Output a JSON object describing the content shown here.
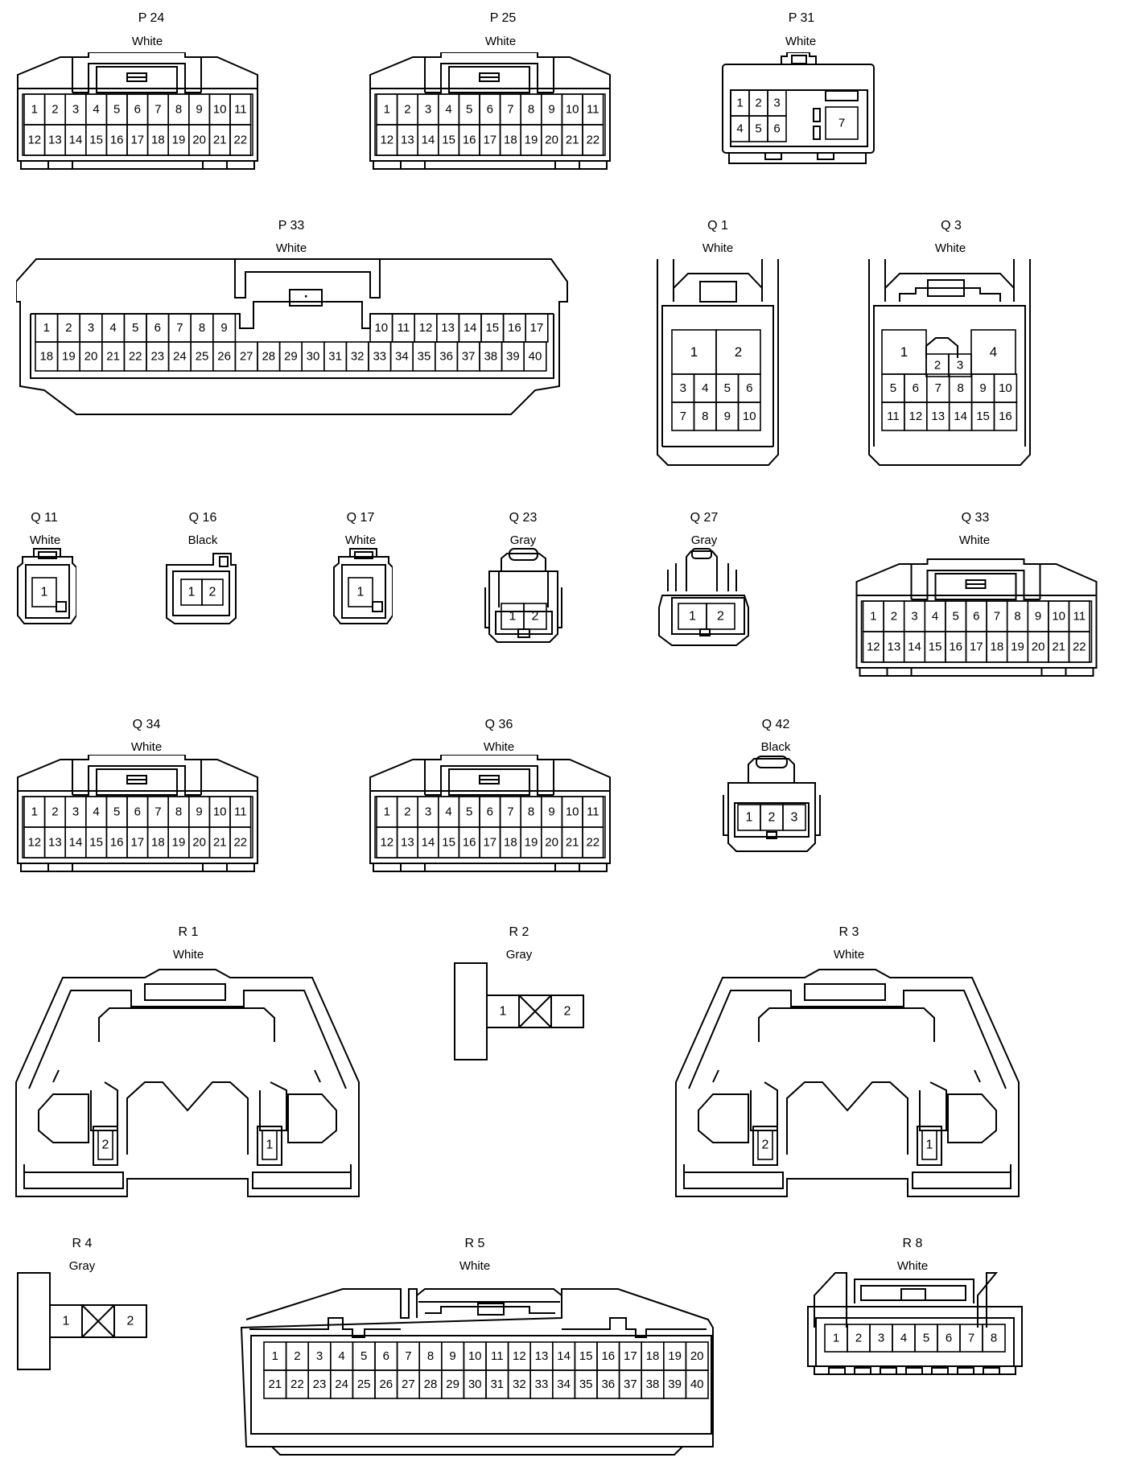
{
  "connectors": {
    "p24": {
      "title": "P 24",
      "color": "White",
      "top_pins": [
        "1",
        "2",
        "3",
        "4",
        "5",
        "6",
        "7",
        "8",
        "9",
        "10",
        "11"
      ],
      "bottom_pins": [
        "12",
        "13",
        "14",
        "15",
        "16",
        "17",
        "18",
        "19",
        "20",
        "21",
        "22"
      ]
    },
    "p25": {
      "title": "P 25",
      "color": "White",
      "top_pins": [
        "1",
        "2",
        "3",
        "4",
        "5",
        "6",
        "7",
        "8",
        "9",
        "10",
        "11"
      ],
      "bottom_pins": [
        "12",
        "13",
        "14",
        "15",
        "16",
        "17",
        "18",
        "19",
        "20",
        "21",
        "22"
      ]
    },
    "p31": {
      "title": "P 31",
      "color": "White",
      "pins": [
        "1",
        "2",
        "3",
        "4",
        "5",
        "6",
        "7"
      ]
    },
    "p33": {
      "title": "P 33",
      "color": "White",
      "top_left": [
        "1",
        "2",
        "3",
        "4",
        "5",
        "6",
        "7",
        "8",
        "9"
      ],
      "top_right": [
        "10",
        "11",
        "12",
        "13",
        "14",
        "15",
        "16",
        "17"
      ],
      "bottom_pins": [
        "18",
        "19",
        "20",
        "21",
        "22",
        "23",
        "24",
        "25",
        "26",
        "27",
        "28",
        "29",
        "30",
        "31",
        "32",
        "33",
        "34",
        "35",
        "36",
        "37",
        "38",
        "39",
        "40"
      ]
    },
    "q1": {
      "title": "Q 1",
      "color": "White",
      "pins": [
        "1",
        "2",
        "3",
        "4",
        "5",
        "6",
        "7",
        "8",
        "9",
        "10"
      ]
    },
    "q3": {
      "title": "Q 3",
      "color": "White",
      "pins": [
        "1",
        "2",
        "3",
        "4",
        "5",
        "6",
        "7",
        "8",
        "9",
        "10",
        "11",
        "12",
        "13",
        "14",
        "15",
        "16"
      ]
    },
    "q11": {
      "title": "Q 11",
      "color": "White",
      "pins": [
        "1"
      ]
    },
    "q16": {
      "title": "Q 16",
      "color": "Black",
      "pins": [
        "1",
        "2"
      ]
    },
    "q17": {
      "title": "Q 17",
      "color": "White",
      "pins": [
        "1"
      ]
    },
    "q23": {
      "title": "Q 23",
      "color": "Gray",
      "pins": [
        "1",
        "2"
      ]
    },
    "q27": {
      "title": "Q 27",
      "color": "Gray",
      "pins": [
        "1",
        "2"
      ]
    },
    "q33": {
      "title": "Q 33",
      "color": "White",
      "top_pins": [
        "1",
        "2",
        "3",
        "4",
        "5",
        "6",
        "7",
        "8",
        "9",
        "10",
        "11"
      ],
      "bottom_pins": [
        "12",
        "13",
        "14",
        "15",
        "16",
        "17",
        "18",
        "19",
        "20",
        "21",
        "22"
      ]
    },
    "q34": {
      "title": "Q 34",
      "color": "White",
      "top_pins": [
        "1",
        "2",
        "3",
        "4",
        "5",
        "6",
        "7",
        "8",
        "9",
        "10",
        "11"
      ],
      "bottom_pins": [
        "12",
        "13",
        "14",
        "15",
        "16",
        "17",
        "18",
        "19",
        "20",
        "21",
        "22"
      ]
    },
    "q36": {
      "title": "Q 36",
      "color": "White",
      "top_pins": [
        "1",
        "2",
        "3",
        "4",
        "5",
        "6",
        "7",
        "8",
        "9",
        "10",
        "11"
      ],
      "bottom_pins": [
        "12",
        "13",
        "14",
        "15",
        "16",
        "17",
        "18",
        "19",
        "20",
        "21",
        "22"
      ]
    },
    "q42": {
      "title": "Q 42",
      "color": "Black",
      "pins": [
        "1",
        "2",
        "3"
      ]
    },
    "r1": {
      "title": "R 1",
      "color": "White",
      "pins": [
        "1",
        "2"
      ]
    },
    "r2": {
      "title": "R 2",
      "color": "Gray",
      "pins": [
        "1",
        "2"
      ]
    },
    "r3": {
      "title": "R 3",
      "color": "White",
      "pins": [
        "1",
        "2"
      ]
    },
    "r4": {
      "title": "R 4",
      "color": "Gray",
      "pins": [
        "1",
        "2"
      ]
    },
    "r5": {
      "title": "R 5",
      "color": "White",
      "top_pins": [
        "1",
        "2",
        "3",
        "4",
        "5",
        "6",
        "7",
        "8",
        "9",
        "10",
        "11",
        "12",
        "13",
        "14",
        "15",
        "16",
        "17",
        "18",
        "19",
        "20"
      ],
      "bottom_pins": [
        "21",
        "22",
        "23",
        "24",
        "25",
        "26",
        "27",
        "28",
        "29",
        "30",
        "31",
        "32",
        "33",
        "34",
        "35",
        "36",
        "37",
        "38",
        "39",
        "40"
      ]
    },
    "r8": {
      "title": "R 8",
      "color": "White",
      "pins": [
        "1",
        "2",
        "3",
        "4",
        "5",
        "6",
        "7",
        "8"
      ]
    }
  }
}
